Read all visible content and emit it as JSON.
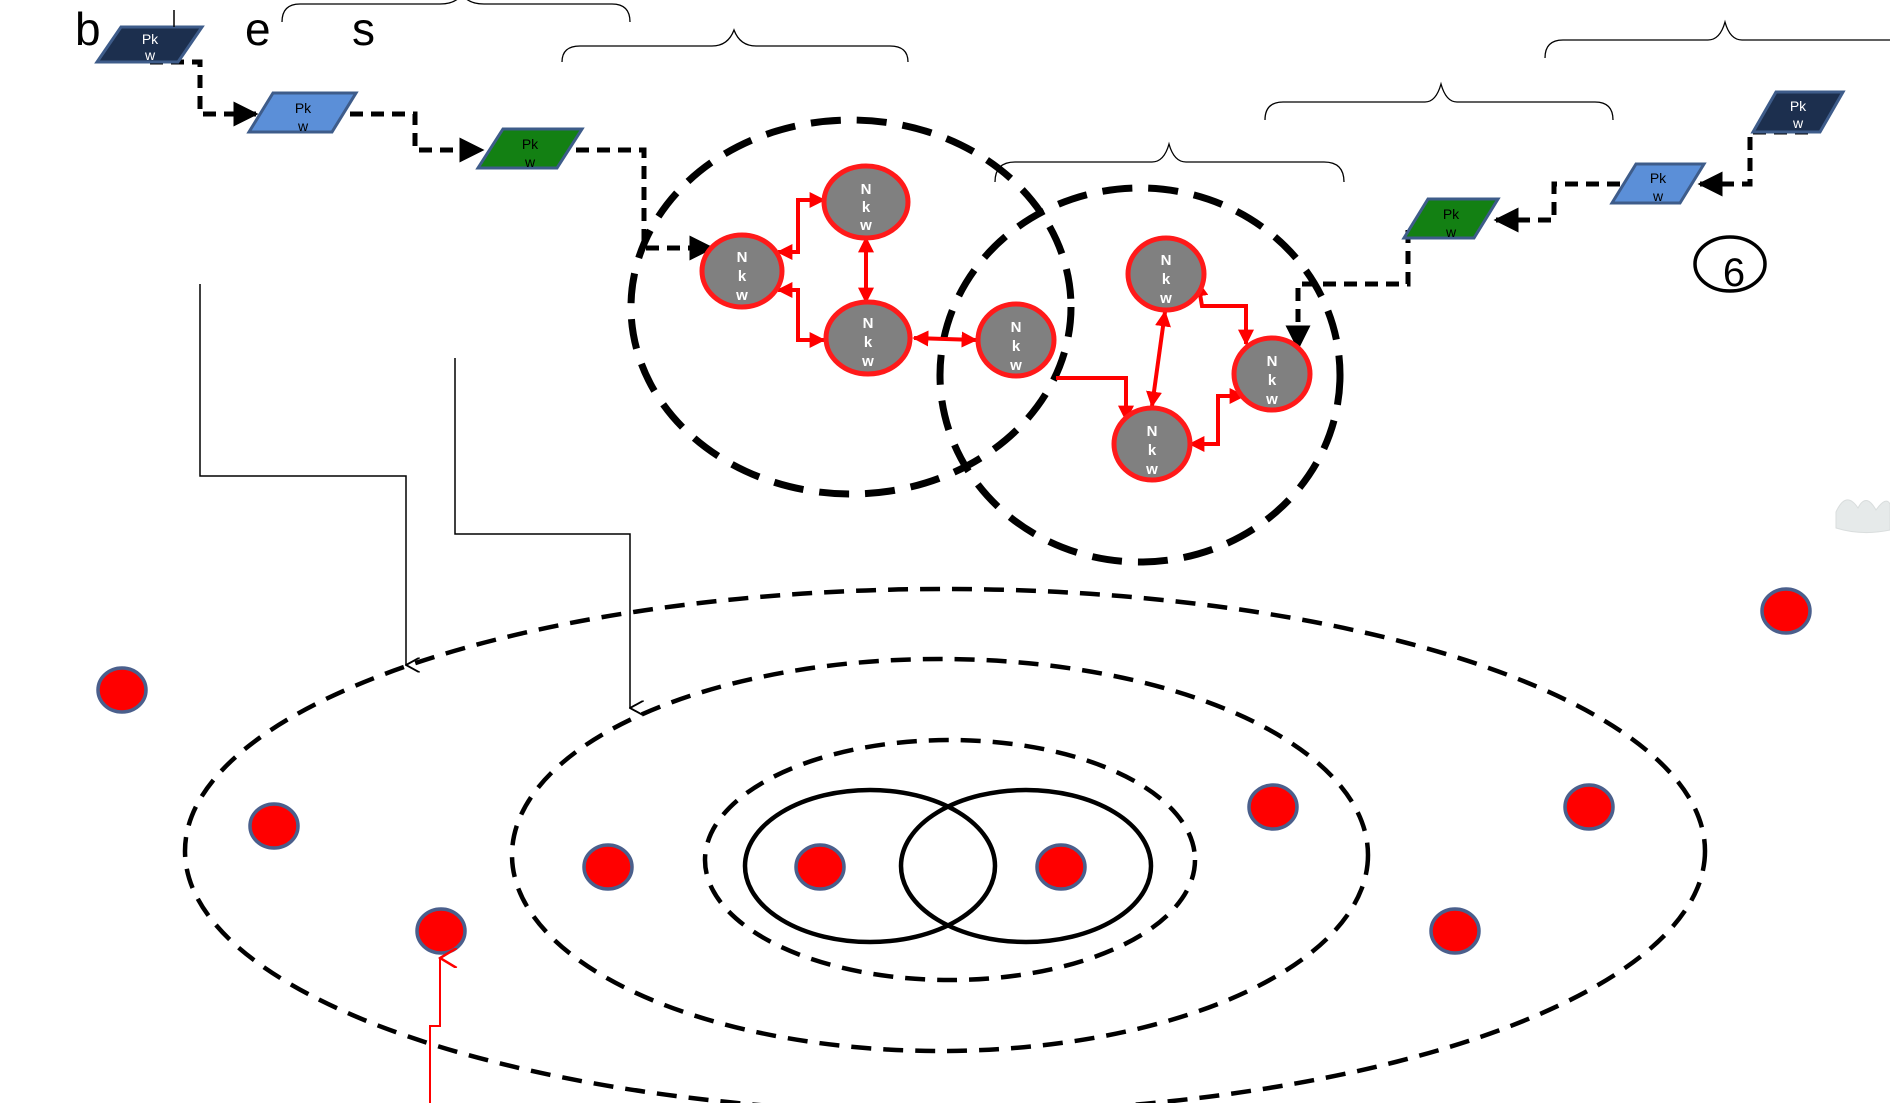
{
  "colors": {
    "dark_navy": "#1c2f4e",
    "light_blue": "#5b8fd8",
    "green": "#138013",
    "node_gray": "#808080",
    "node_red_border": "#ff1a1a",
    "dot_red": "#ff0000",
    "dot_blue_border": "#4a5f8c",
    "flow_black": "#000000",
    "link_red": "#ff0000"
  },
  "top_letters": {
    "b": "b",
    "e": "e",
    "s": "s"
  },
  "packets": {
    "p1": {
      "line1": "Pk",
      "line2": "w"
    },
    "p2": {
      "line1": "Pk",
      "line2": "w"
    },
    "p3": {
      "line1": "Pk",
      "line2": "w"
    },
    "p4": {
      "line1": "Pk",
      "line2": "w"
    },
    "p5": {
      "line1": "Pk",
      "line2": "w"
    },
    "p6": {
      "line1": "Pk",
      "line2": "w"
    }
  },
  "nodes": {
    "n1": {
      "l1": "N",
      "l2": "k",
      "l3": "w"
    },
    "n2": {
      "l1": "N",
      "l2": "k",
      "l3": "w"
    },
    "n3": {
      "l1": "N",
      "l2": "k",
      "l3": "w"
    },
    "n4": {
      "l1": "N",
      "l2": "k",
      "l3": "w"
    },
    "n5": {
      "l1": "N",
      "l2": "k",
      "l3": "w"
    },
    "n6": {
      "l1": "N",
      "l2": "k",
      "l3": "w"
    },
    "n7": {
      "l1": "N",
      "l2": "k",
      "l3": "w"
    }
  },
  "circled_number": "6"
}
